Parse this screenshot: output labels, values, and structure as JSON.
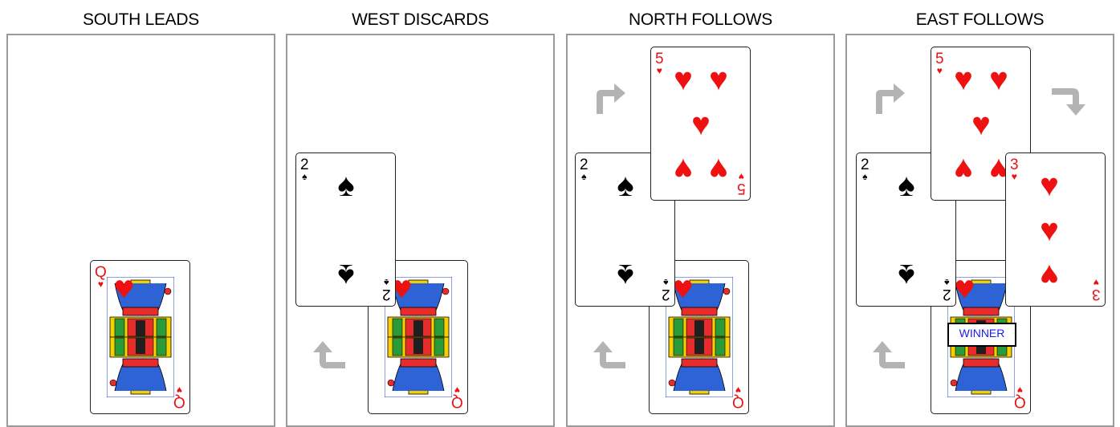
{
  "panels": [
    {
      "title": "SOUTH LEADS"
    },
    {
      "title": "WEST DISCARDS"
    },
    {
      "title": "NORTH FOLLOWS"
    },
    {
      "title": "EAST FOLLOWS"
    }
  ],
  "cards": {
    "queen_hearts": {
      "rank": "Q",
      "suit": "♥",
      "name": "queen of hearts"
    },
    "two_spades": {
      "rank": "2",
      "suit": "♠",
      "name": "two of spades"
    },
    "five_hearts": {
      "rank": "5",
      "suit": "♥",
      "name": "five of hearts"
    },
    "three_hearts": {
      "rank": "3",
      "suit": "♥",
      "name": "three of hearts"
    }
  },
  "winner_label": "WINNER",
  "colors": {
    "red": "#ee1111",
    "black": "#000000",
    "arrow": "#b3b3b3",
    "border": "#9a9a9a",
    "winner_text": "#1a1aee"
  },
  "icons": [
    "curved-arrow-icon",
    "heart-icon",
    "spade-icon"
  ]
}
